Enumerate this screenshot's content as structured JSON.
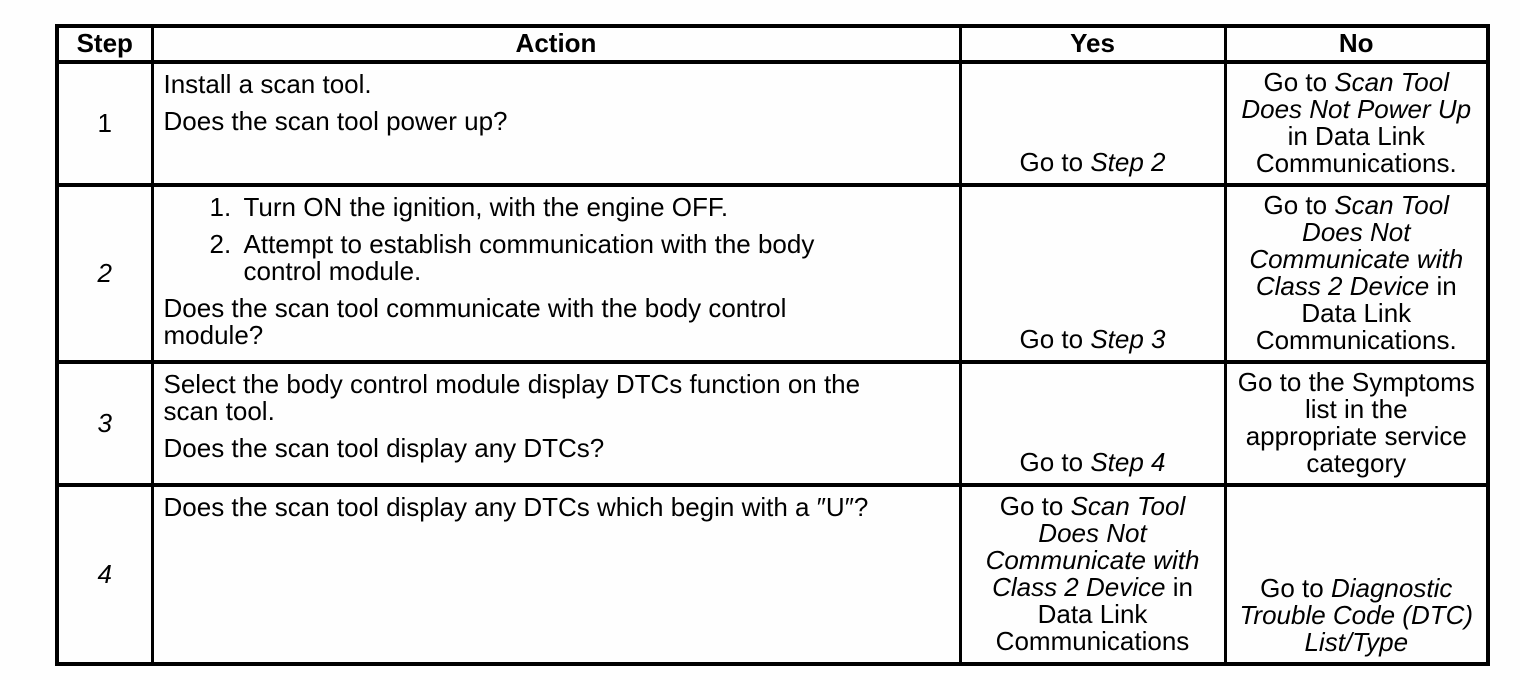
{
  "table": {
    "headers": [
      "Step",
      "Action",
      "Yes",
      "No"
    ],
    "rows": [
      {
        "step": "1",
        "action": [
          {
            "type": "p",
            "text": "Install a scan tool."
          },
          {
            "type": "p",
            "text": "Does the scan tool power up?"
          }
        ],
        "yes": [
          {
            "text": "Go to ",
            "italic": false
          },
          {
            "text": "Step 2",
            "italic": true
          }
        ],
        "no": [
          {
            "text": "Go to ",
            "italic": false
          },
          {
            "text": "Scan Tool\nDoes Not Power Up",
            "italic": true
          },
          {
            "text": "\nin Data Link\nCommunications.",
            "italic": false
          }
        ]
      },
      {
        "step": "2",
        "action": [
          {
            "type": "li",
            "num": "1.",
            "text": "Turn ON the ignition, with the engine OFF."
          },
          {
            "type": "li",
            "num": "2.",
            "text": "Attempt to establish communication with the body control module."
          },
          {
            "type": "p",
            "text": "Does the scan tool communicate with the body control module?"
          }
        ],
        "yes": [
          {
            "text": "Go to ",
            "italic": false
          },
          {
            "text": "Step 3",
            "italic": true
          }
        ],
        "no": [
          {
            "text": "Go to ",
            "italic": false
          },
          {
            "text": "Scan Tool\nDoes Not\nCommunicate with\nClass 2 Device",
            "italic": true
          },
          {
            "text": " in\nData Link\nCommunications.",
            "italic": false
          }
        ]
      },
      {
        "step": "3",
        "action": [
          {
            "type": "p",
            "text": "Select the body control module display DTCs function on the scan tool."
          },
          {
            "type": "p",
            "text": "Does the scan tool display any DTCs?"
          }
        ],
        "yes": [
          {
            "text": "Go to ",
            "italic": false
          },
          {
            "text": "Step 4",
            "italic": true
          }
        ],
        "no": [
          {
            "text": "Go to the Symptoms\nlist in the\nappropriate service\ncategory",
            "italic": false
          }
        ]
      },
      {
        "step": "4",
        "action": [
          {
            "type": "p",
            "text": "Does the scan tool display any DTCs which begin with a ″U″?"
          }
        ],
        "yes": [
          {
            "text": "Go to ",
            "italic": false
          },
          {
            "text": "Scan Tool\nDoes Not\nCommunicate with\nClass 2 Device",
            "italic": true
          },
          {
            "text": " in\nData Link\nCommunications",
            "italic": false
          }
        ],
        "no": [
          {
            "text": "Go to ",
            "italic": false
          },
          {
            "text": "Diagnostic\nTrouble Code (DTC)\nList/Type",
            "italic": true
          }
        ]
      }
    ]
  }
}
